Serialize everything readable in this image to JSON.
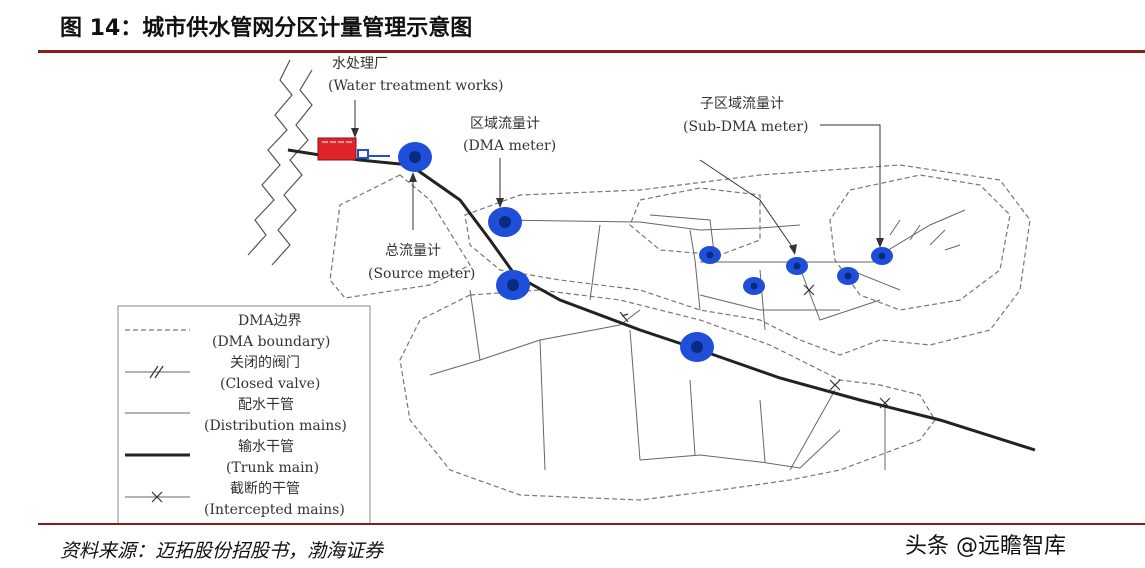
{
  "figure": {
    "title": "图 14：城市供水管网分区计量管理示意图",
    "source": "资料来源：迈拓股份招股书，渤海证券",
    "watermark": "头条 @远瞻智库"
  },
  "labels": {
    "water_works_cn": "水处理厂",
    "water_works_en": "(Water treatment works)",
    "dma_meter_cn": "区域流量计",
    "dma_meter_en": "(DMA meter)",
    "sub_dma_meter_cn": "子区域流量计",
    "sub_dma_meter_en": "(Sub-DMA meter)",
    "source_meter_cn": "总流量计",
    "source_meter_en": "(Source meter)"
  },
  "legend": [
    {
      "cn": "DMA边界",
      "en": "(DMA boundary)",
      "style": "dashed"
    },
    {
      "cn": "关闭的阀门",
      "en": "(Closed valve)",
      "style": "valve"
    },
    {
      "cn": "配水干管",
      "en": "(Distribution mains)",
      "style": "thin"
    },
    {
      "cn": "输水干管",
      "en": "(Trunk main)",
      "style": "thick"
    },
    {
      "cn": "截断的干管",
      "en": "(Intercepted mains)",
      "style": "cross"
    }
  ],
  "colors": {
    "accent_rule": "#8a1c1c",
    "meter_blue": "#1f4fd8",
    "plant_red": "#e0242a",
    "pipe": "#555555"
  }
}
